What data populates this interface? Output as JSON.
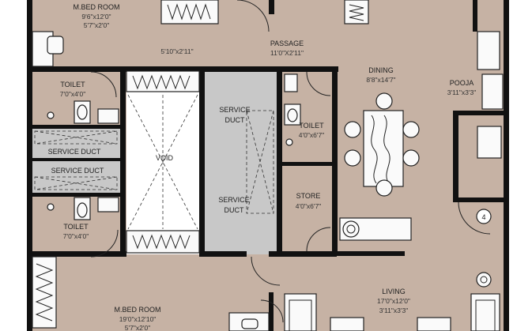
{
  "rooms": {
    "mbed_top": {
      "name": "M.BED ROOM",
      "dim1": "9'6\"x12'0\"",
      "dim2": "5'7\"x2'0\""
    },
    "passage": {
      "name": "PASSAGE",
      "dim1": "11'0\"X2'11\""
    },
    "passage_side": {
      "dim1": "5'10\"x2'11\""
    },
    "dining": {
      "name": "DINING",
      "dim1": "8'8\"x14'7\""
    },
    "pooja": {
      "name": "POOJA",
      "dim1": "3'11\"x3'3\""
    },
    "toilet_top": {
      "name": "TOILET",
      "dim1": "7'0\"x4'0\""
    },
    "service_duct_a": {
      "name": "SERVICE DUCT"
    },
    "service_duct_b": {
      "name": "SERVICE DUCT"
    },
    "void": {
      "name": "VOID"
    },
    "duct_upper": {
      "line1": "SERVICE",
      "line2": "DUCT"
    },
    "duct_lower": {
      "line1": "SERVICE",
      "line2": "DUCT"
    },
    "toilet_mid": {
      "name": "TOILET",
      "dim1": "4'0\"x6'7\""
    },
    "store": {
      "name": "STORE",
      "dim1": "4'0\"x6'7\""
    },
    "toilet_bottom": {
      "name": "TOILET",
      "dim1": "7'0\"x4'0\""
    },
    "living": {
      "name": "LIVING",
      "dim1": "17'0\"x12'0\"",
      "dim2": "3'11\"x3'3\""
    },
    "mbed_bottom": {
      "name": "M.BED ROOM",
      "dim1": "19'0\"x12'10\"",
      "dim2": "5'7\"x2'0\""
    }
  },
  "markers": {
    "column_tag": "4"
  },
  "colors": {
    "floor_wood": "#c6b2a4",
    "duct_grey": "#c8c8c8",
    "wall": "#111111",
    "fixture": "#fafafa"
  }
}
